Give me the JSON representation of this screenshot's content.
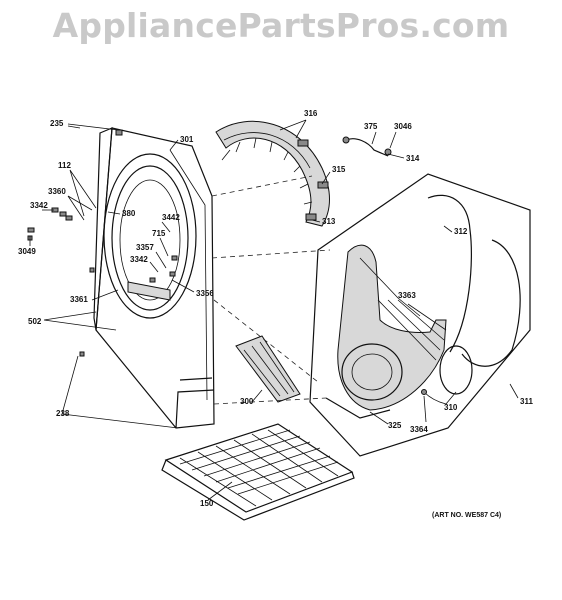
{
  "watermark": "AppliancePartsPros.com",
  "art_number": "(ART NO. WE587 C4)",
  "labels": {
    "l235": "235",
    "l301": "301",
    "l316": "316",
    "l375": "375",
    "l3046": "3046",
    "l314": "314",
    "l315": "315",
    "l112": "112",
    "l3360": "3360",
    "l3342a": "3342",
    "l380": "380",
    "l3442": "3442",
    "l313": "313",
    "l312": "312",
    "l3049": "3049",
    "l715": "715",
    "l3357": "3357",
    "l3342b": "3342",
    "l3361": "3361",
    "l3356": "3356",
    "l3363": "3363",
    "l502": "502",
    "l300": "300",
    "l238": "238",
    "l325": "325",
    "l3364": "3364",
    "l310": "310",
    "l311": "311",
    "l150": "150"
  },
  "colors": {
    "watermark": "#c9c9c9",
    "lines": "#111111"
  }
}
